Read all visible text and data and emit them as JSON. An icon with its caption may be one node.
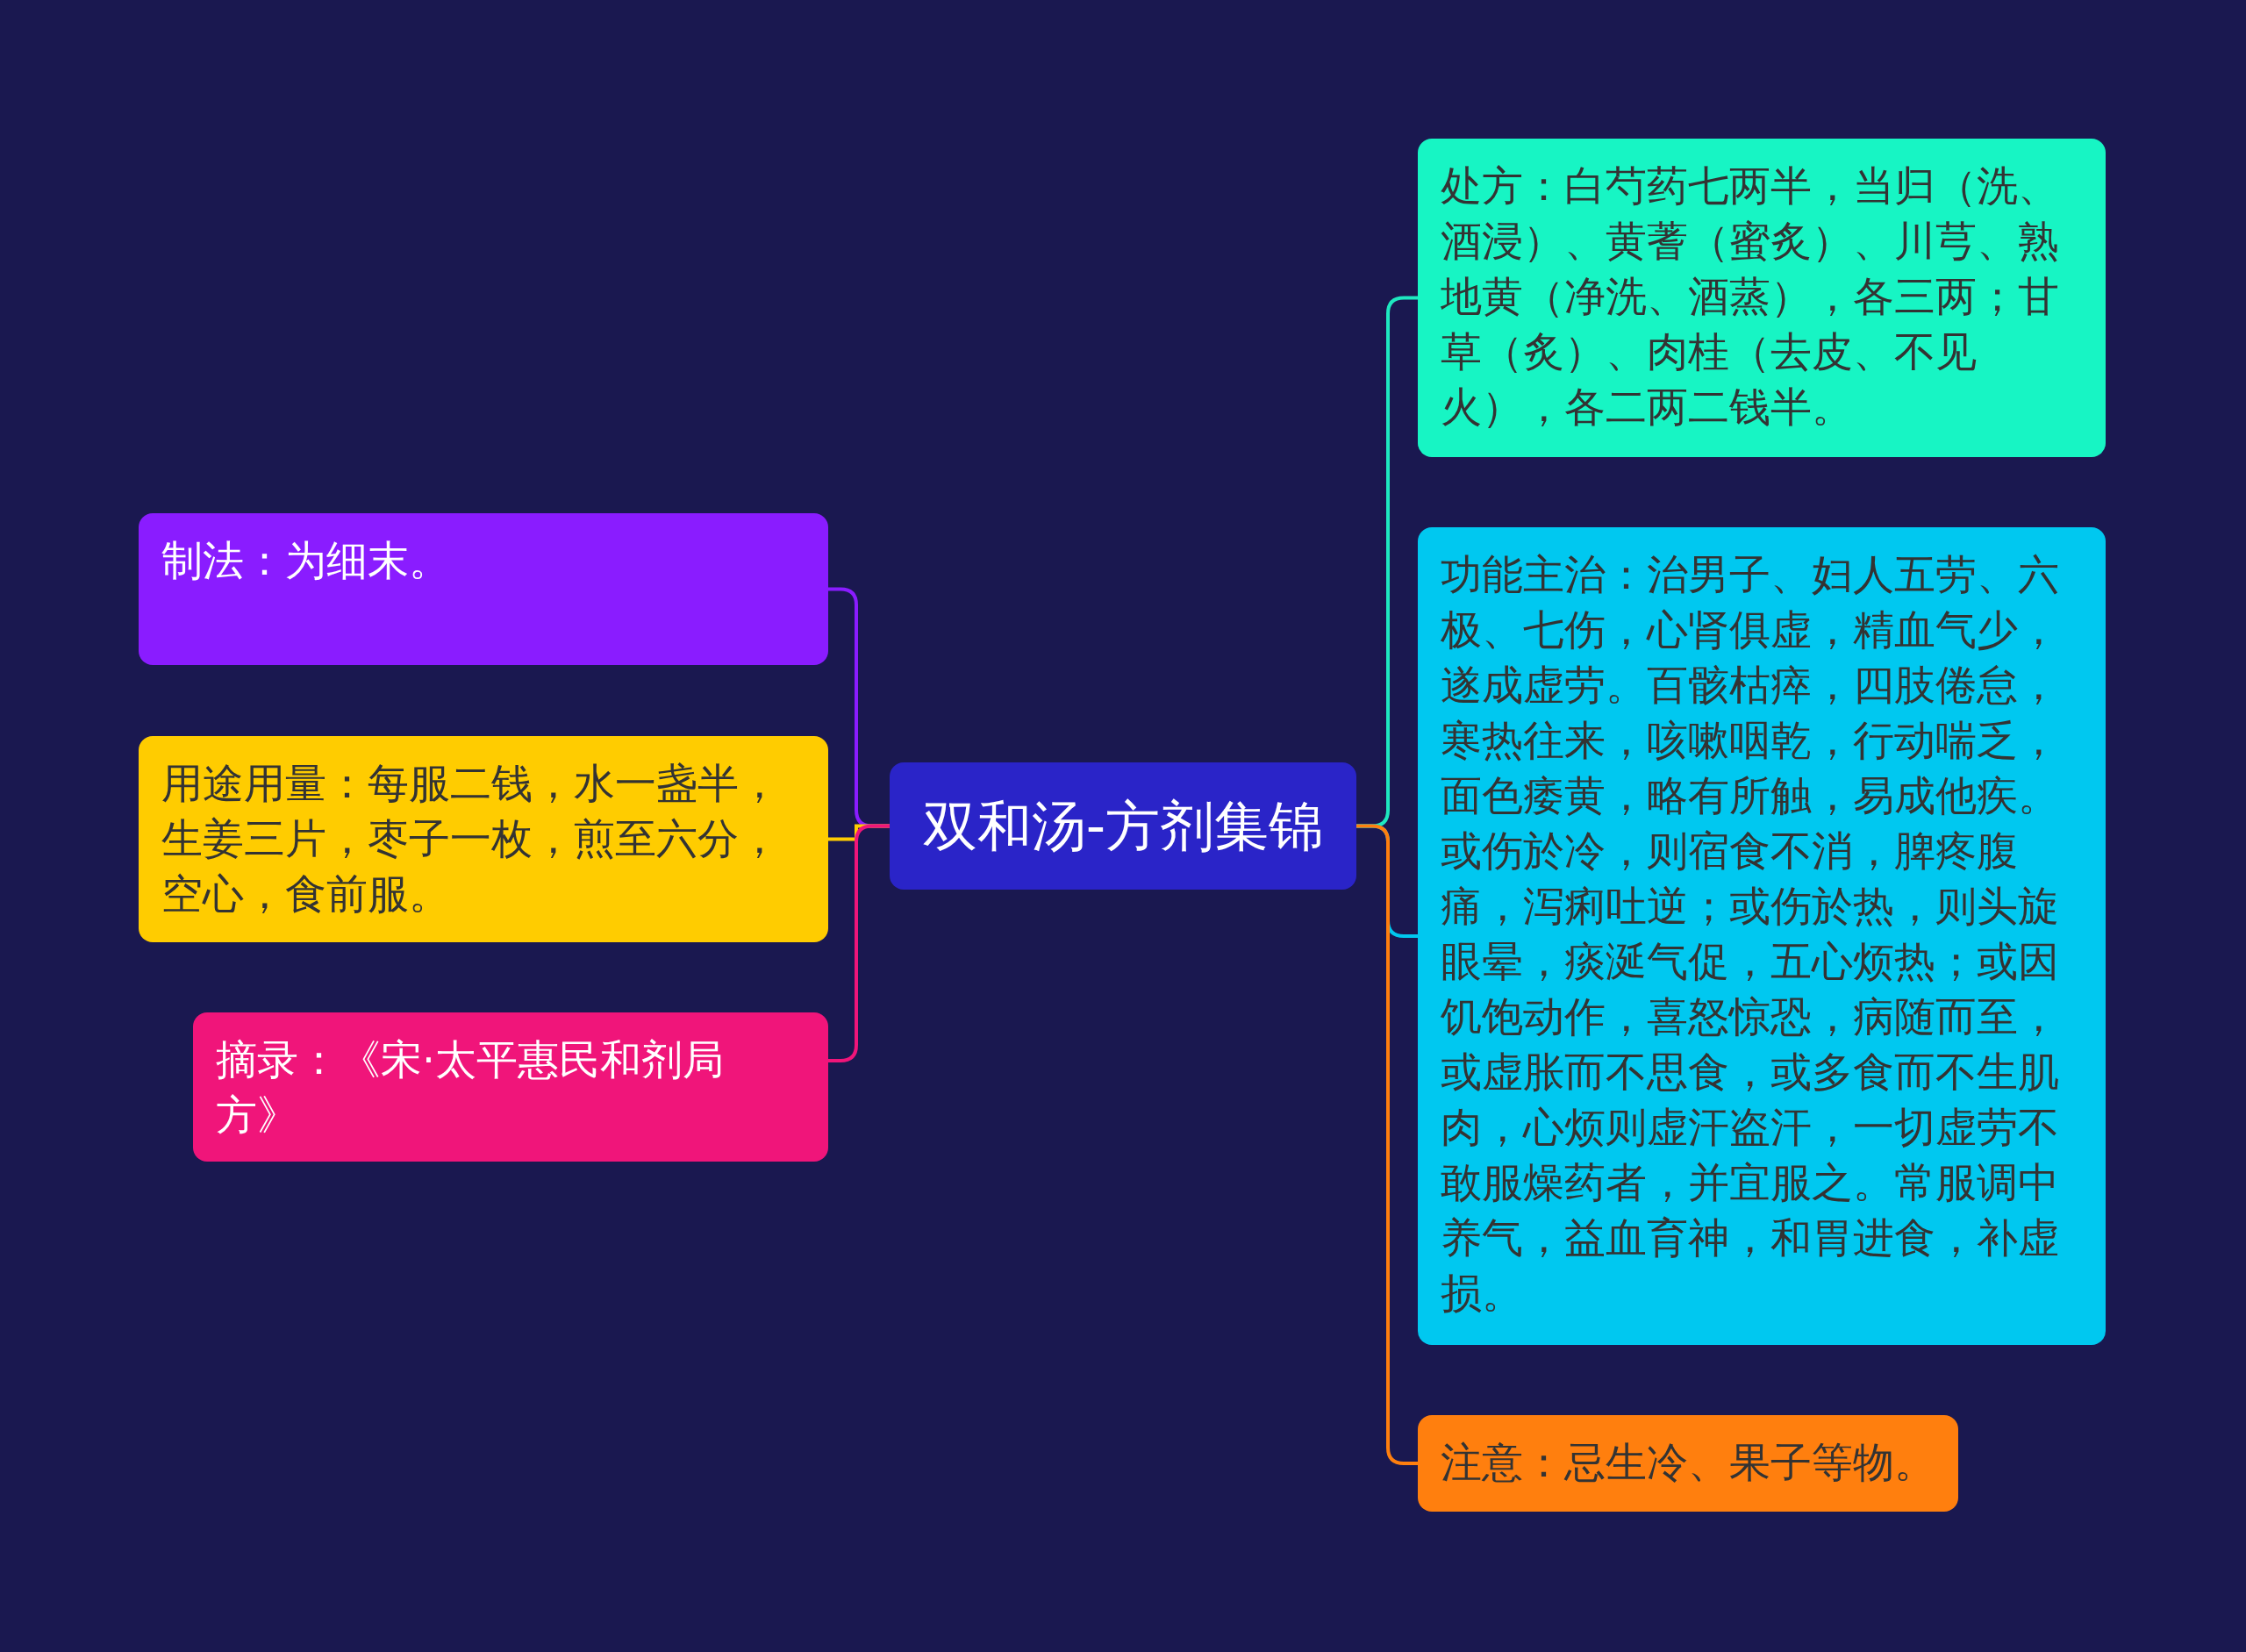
{
  "diagram": {
    "nodes": [
      {
        "text": [
          "双和汤-方剂集锦"
        ]
      },
      {
        "text": [
          "制法：为细末。"
        ]
      },
      {
        "text": [
          "用途用量：每服二钱，水一盏半，生姜三片，枣子一枚，煎至六分，空心，食前服。"
        ]
      },
      {
        "text": [
          "摘录：《宋·太平惠民和剂局方》"
        ]
      },
      {
        "text": [
          "处方：白芍药七两半，当归（洗、酒浸）、黄蓍（蜜炙）、川芎、熟地黄（净洗、酒蒸），各三两；甘草（炙）、肉桂（去皮、不见火），各二两二钱半。"
        ]
      },
      {
        "text": [
          "功能主治：治男子、妇人五劳、六极、七伤，心肾俱虚，精血气少，遂成虚劳。百骸枯瘁，四肢倦怠，寒热往来，咳嗽咽乾，行动喘乏，面色痿黄，略有所触，易成他疾。或伤於冷，则宿食不消，脾疼腹痛，泻痢吐逆；或伤於热，则头旋眼晕，痰涎气促，五心烦热；或因饥饱动作，喜怒惊恐，病随而至，或虚胀而不思食，或多食而不生肌肉，心烦则虚汗盗汗，一切虚劳不敢服燥药者，并宜服之。常服调中养气，益血育神，和胃进食，补虚损。"
        ]
      },
      {
        "text": [
          "注意：忌生冷、果子等物。"
        ]
      }
    ],
    "edges": [
      {
        "from": 0,
        "to": 1,
        "arrow": "none",
        "color": "#8a1cff"
      },
      {
        "from": 0,
        "to": 2,
        "arrow": "none",
        "color": "#ffcc00"
      },
      {
        "from": 0,
        "to": 3,
        "arrow": "none",
        "color": "#f0157a"
      },
      {
        "from": 0,
        "to": 4,
        "arrow": "none",
        "color": "#1ee8c0"
      },
      {
        "from": 0,
        "to": 5,
        "arrow": "none",
        "color": "#00c8f0"
      },
      {
        "from": 0,
        "to": 6,
        "arrow": "none",
        "color": "#ff7f0e"
      }
    ]
  }
}
